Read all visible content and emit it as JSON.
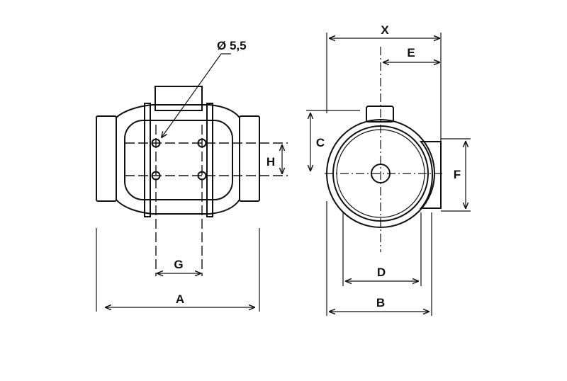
{
  "labels": {
    "hole_dia": "Ø 5,5",
    "A": "A",
    "B": "B",
    "C": "C",
    "D": "D",
    "E": "E",
    "F": "F",
    "G": "G",
    "H": "H",
    "X": "X"
  }
}
